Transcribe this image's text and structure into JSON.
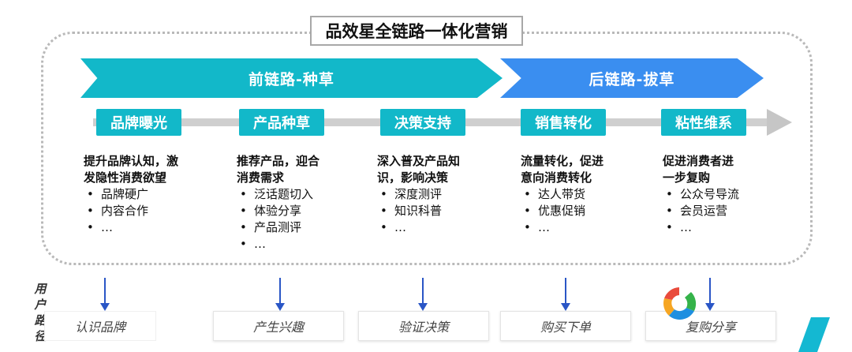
{
  "title": "品效星全链路一体化营销",
  "phases": [
    {
      "label": "前链路-种草",
      "color": "#12b8c9"
    },
    {
      "label": "后链路-拔草",
      "color": "#3a8ef0"
    }
  ],
  "stages": [
    {
      "label": "品牌曝光",
      "desc_title_lines": [
        "提升品牌认知，激",
        "发隐性消费欲望"
      ],
      "items": [
        "品牌硬广",
        "内容合作",
        "…"
      ]
    },
    {
      "label": "产品种草",
      "desc_title_lines": [
        "推荐产品，迎合",
        "消费需求"
      ],
      "items": [
        "泛话题切入",
        "体验分享",
        "产品测评",
        "…"
      ]
    },
    {
      "label": "决策支持",
      "desc_title_lines": [
        "深入普及产品知",
        "识，影响决策"
      ],
      "items": [
        "深度测评",
        "知识科普",
        "…"
      ]
    },
    {
      "label": "销售转化",
      "desc_title_lines": [
        "流量转化，促进",
        "意向消费转化"
      ],
      "items": [
        "达人带货",
        "优惠促销",
        "…"
      ]
    },
    {
      "label": "粘性维系",
      "desc_title_lines": [
        "促进消费者进",
        "一步复购"
      ],
      "items": [
        "公众号导流",
        "会员运营",
        "…"
      ]
    }
  ],
  "user_path_label": [
    "用",
    "户",
    "路",
    "径"
  ],
  "user_path": [
    "认识品牌",
    "产生兴趣",
    "验证决策",
    "购买下单",
    "复购分享"
  ],
  "colors": {
    "accent_teal": "#12b8c9",
    "accent_blue": "#3a8ef0",
    "arrow_blue": "#2a56c6"
  }
}
